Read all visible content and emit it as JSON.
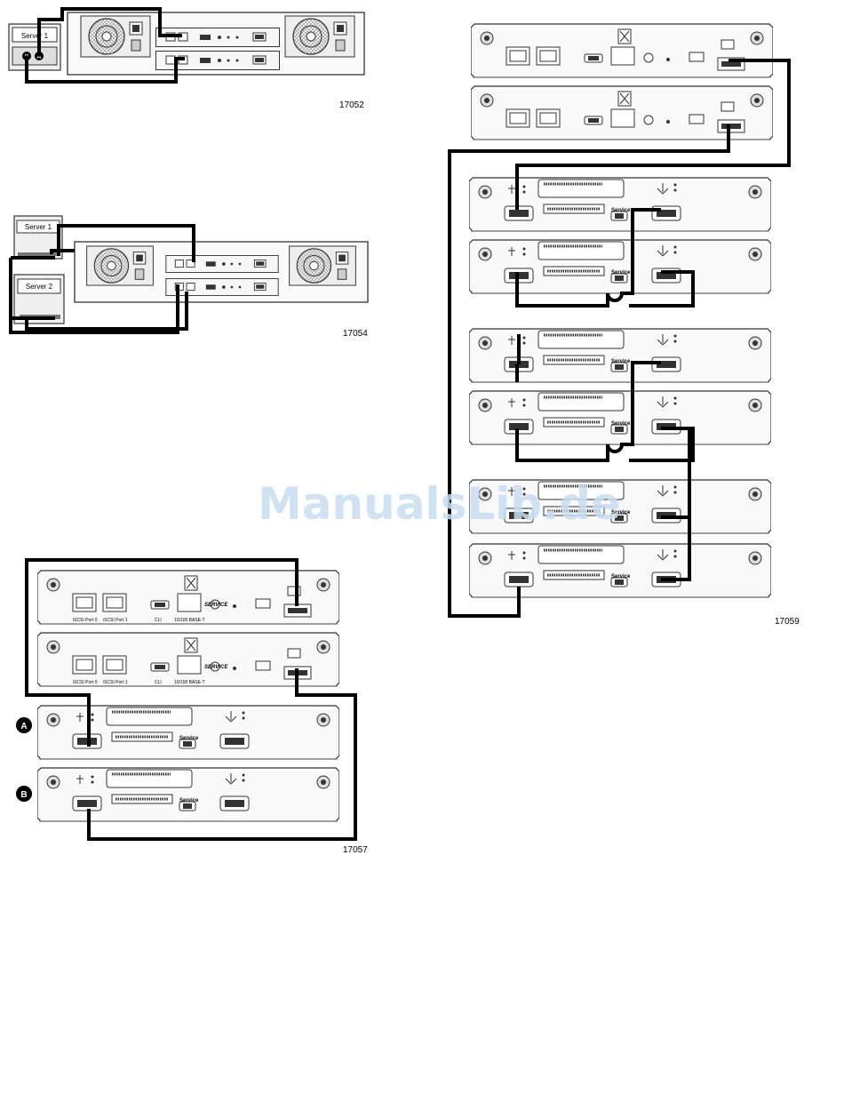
{
  "watermark": "ManualsLib.de",
  "figures": [
    {
      "id": "17052",
      "number": "17052",
      "servers": [
        {
          "label": "Server 1",
          "ports": [
            "B",
            "A"
          ]
        }
      ],
      "device": "storage enclosure with two controllers and fan modules"
    },
    {
      "id": "17054",
      "number": "17054",
      "servers": [
        {
          "label": "Server 1"
        },
        {
          "label": "Server 2"
        }
      ],
      "device": "storage enclosure with two controllers and fan modules"
    },
    {
      "id": "17057",
      "number": "17057",
      "controller_labels": {
        "port0": "iSCSI Port 0",
        "port1": "iSCSI Port 1",
        "cli": "CLI",
        "mgmt": "10/100 BASE-T",
        "service": "SERVICE"
      },
      "expansion_units": [
        {
          "callout": "A"
        },
        {
          "callout": "B"
        }
      ],
      "expansion_service_label": "Service"
    },
    {
      "id": "17059",
      "number": "17059",
      "controllers": 2,
      "expansion_units": 6,
      "expansion_service_label": "Service"
    }
  ]
}
